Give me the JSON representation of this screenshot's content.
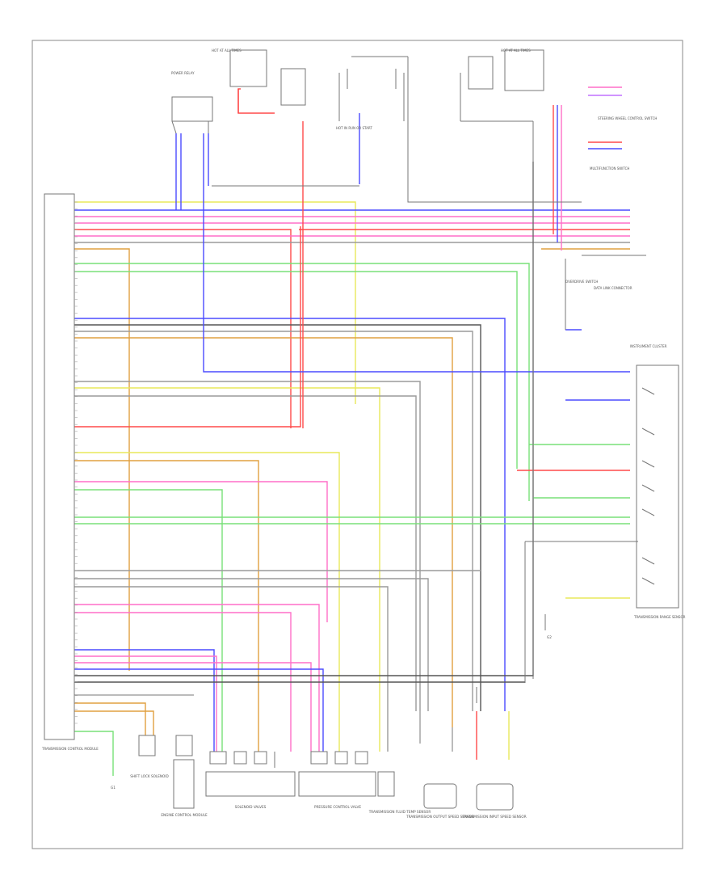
{
  "diagram": {
    "footer_code": "",
    "components": {
      "tcm": {
        "label": "TRANSMISSION CONTROL MODULE"
      },
      "power_relay": {
        "label": "POWER RELAY"
      },
      "fuse_panel_left": {
        "label": "HOT AT ALL TIMES"
      },
      "fuse_panel_mid": {
        "label": "HOT IN RUN OR START"
      },
      "fuse_panel_right": {
        "label": "HOT AT ALL TIMES"
      },
      "steering_switch": {
        "label": "STEERING WHEEL CONTROL SWITCH"
      },
      "multifunction_switch": {
        "label": "MULTIFUNCTION SWITCH"
      },
      "data_link_connector": {
        "label": "DATA LINK CONNECTOR"
      },
      "overdrive_switch": {
        "label": "OVERDRIVE SWITCH"
      },
      "instrument_cluster": {
        "label": "INSTRUMENT CLUSTER"
      },
      "range_sensor": {
        "label": "TRANSMISSION RANGE SENSOR"
      },
      "solenoid_valves": {
        "label": "SOLENOID VALVES"
      },
      "pressure_control": {
        "label": "PRESSURE CONTROL VALVE"
      },
      "temp_sensor": {
        "label": "TRANSMISSION FLUID TEMP SENSOR"
      },
      "output_speed": {
        "label": "TRANSMISSION OUTPUT SPEED SENSOR"
      },
      "input_speed": {
        "label": "TRANSMISSION INPUT SPEED SENSOR"
      },
      "ecm": {
        "label": "ENGINE CONTROL MODULE"
      },
      "shift_lock": {
        "label": "SHIFT LOCK SOLENOID"
      },
      "ground_left": {
        "label": "G1"
      },
      "ground_mid": {
        "label": "G2"
      }
    },
    "wire_colors": {
      "yellow": "#e8e85a",
      "blue": "#4b4bff",
      "red": "#ff4a4a",
      "pink": "#ff6fc8",
      "green": "#78e078",
      "orange": "#e0a040",
      "gray": "#9a9a9a",
      "black": "#555555",
      "purple": "#c070ff"
    }
  }
}
